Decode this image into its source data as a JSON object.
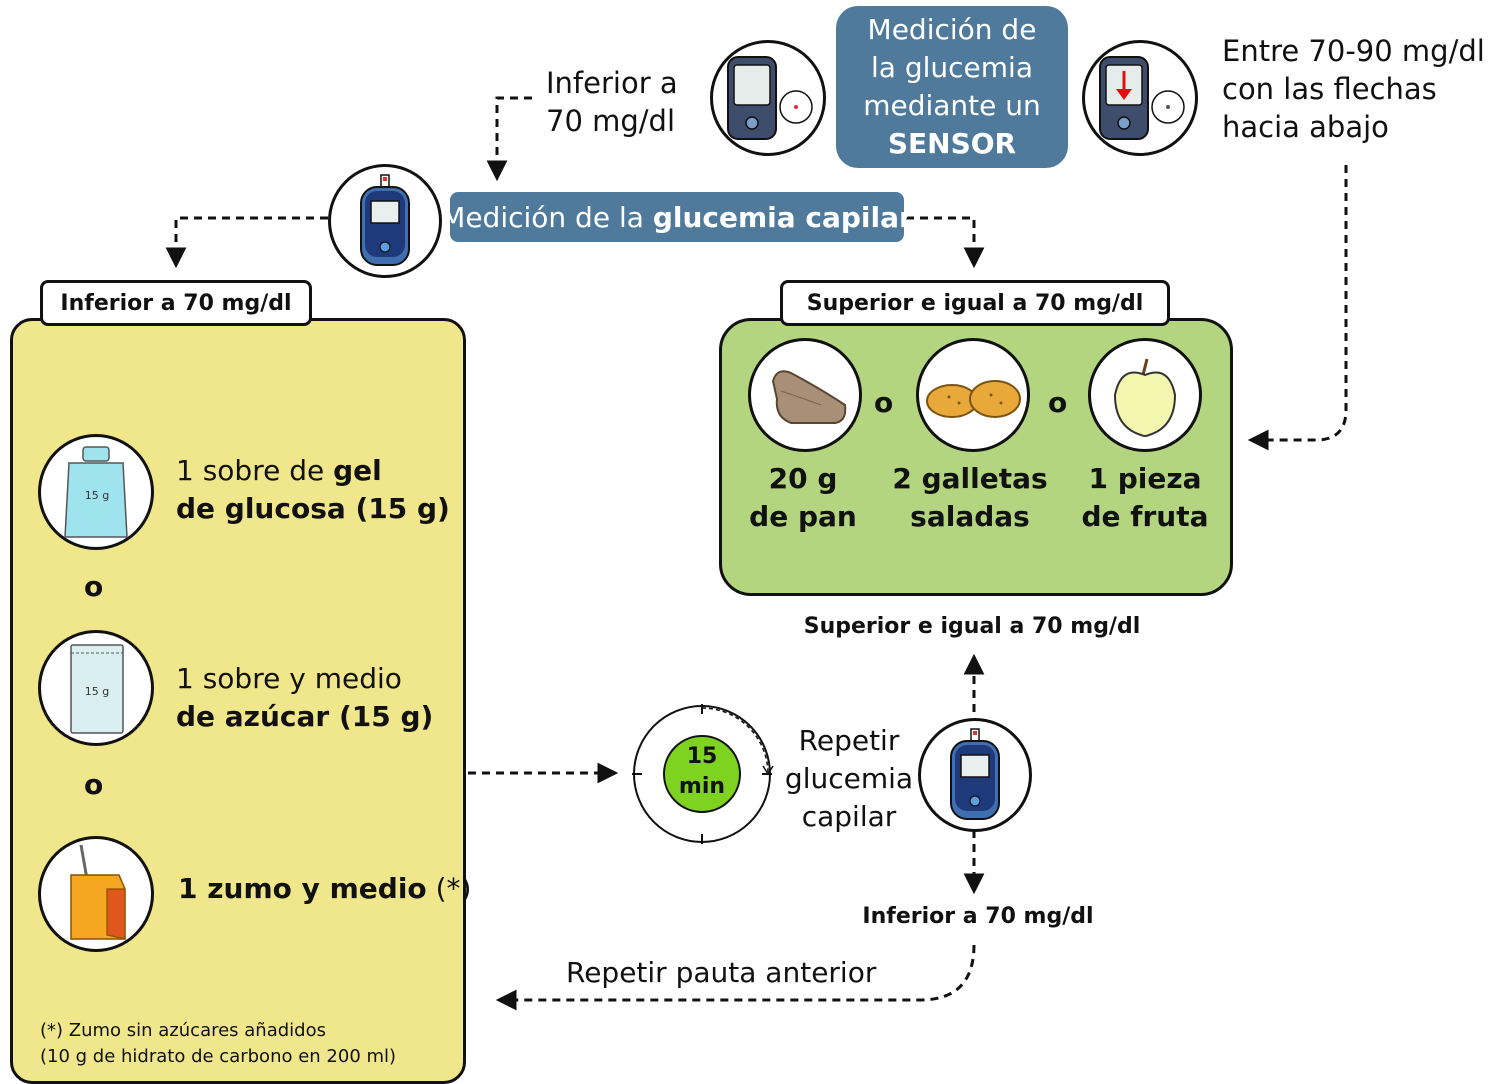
{
  "sensor_box": {
    "line1": "Medición de",
    "line2": "la glucemia",
    "line3": "mediante un",
    "line4": "SENSOR"
  },
  "top_left_note": {
    "line1": "Inferior a",
    "line2": "70 mg/dl"
  },
  "top_right_note": {
    "line1": "Entre 70-90 mg/dl",
    "line2": "con las flechas",
    "line3": "hacia abajo"
  },
  "capillary_box": {
    "prefix": "Medición de la ",
    "bold": "glucemia capilar"
  },
  "left_panel": {
    "header": "Inferior a 70 mg/dl",
    "items": [
      {
        "line1_normal": "1 sobre de ",
        "line1_bold": "gel",
        "line2_bold": "de glucosa (15 g)",
        "icon_label": "15 g"
      },
      {
        "line1_normal": "1 sobre y medio",
        "line2_bold": "de azúcar (15 g)",
        "icon_label": "15 g"
      },
      {
        "line1_bold": "1 zumo y medio",
        "line1_suffix": " (*)"
      }
    ],
    "or": "o",
    "footnote_line1": "(*) Zumo sin azúcares añadidos",
    "footnote_line2": "(10 g de hidrato de carbono en 200 ml)"
  },
  "right_panel": {
    "header": "Superior e igual a 70 mg/dl",
    "or": "o",
    "items": [
      {
        "line1": "20 g",
        "line2": "de pan"
      },
      {
        "line1": "2 galletas",
        "line2": "saladas"
      },
      {
        "line1": "1 pieza",
        "line2": "de fruta"
      }
    ]
  },
  "timer": {
    "line1": "15",
    "line2": "min"
  },
  "repeat_capillary": {
    "line1": "Repetir",
    "line2": "glucemia",
    "line3": "capilar"
  },
  "result_high": "Superior e igual a 70 mg/dl",
  "result_low": "Inferior a 70 mg/dl",
  "repeat_previous": "Repetir pauta anterior",
  "colors": {
    "blue_box": "#4f7a9c",
    "yellow_panel": "#f0e68c",
    "green_panel": "#b3d57f",
    "timer_green": "#7ed321"
  }
}
